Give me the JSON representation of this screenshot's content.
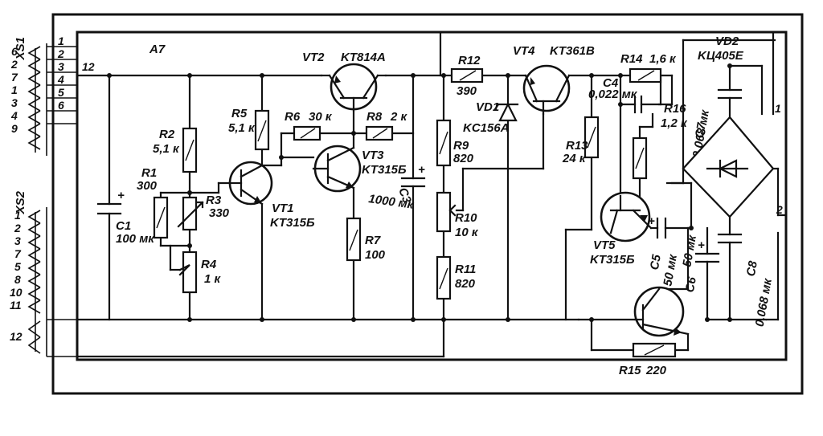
{
  "block": "A7",
  "connectors": {
    "xs1": {
      "label": "XS1",
      "pins": [
        "6",
        "2",
        "7",
        "1",
        "3",
        "4",
        "9"
      ]
    },
    "xs2": {
      "label": "XS2",
      "pins": [
        "1",
        "2",
        "3",
        "7",
        "5",
        "8",
        "10",
        "11",
        "12"
      ]
    }
  },
  "board_pins": [
    "1",
    "2",
    "3",
    "4",
    "5",
    "6",
    "12"
  ],
  "bridge_pins": [
    "1",
    "2"
  ],
  "components": {
    "vt1": {
      "ref": "VT1",
      "type": "KT315Б"
    },
    "vt2": {
      "ref": "VT2",
      "type": "KT814A"
    },
    "vt3": {
      "ref": "VT3",
      "type": "KT315Б"
    },
    "vt4": {
      "ref": "VT4",
      "type": "KT361B"
    },
    "vt5": {
      "ref": "VT5",
      "type": "KT315Б"
    },
    "vd1": {
      "ref": "VD1",
      "type": "KC156A"
    },
    "vd2": {
      "ref": "VD2",
      "type": "KЦ405E"
    },
    "r1": {
      "ref": "R1",
      "value": "300"
    },
    "r2": {
      "ref": "R2",
      "value": "5,1 к"
    },
    "r3": {
      "ref": "R3",
      "value": "330"
    },
    "r4": {
      "ref": "R4",
      "value": "1 к"
    },
    "r5": {
      "ref": "R5",
      "value": "5,1 к"
    },
    "r6": {
      "ref": "R6",
      "value": "30 к"
    },
    "r7": {
      "ref": "R7",
      "value": "100"
    },
    "r8": {
      "ref": "R8",
      "value": "2 к"
    },
    "r9": {
      "ref": "R9",
      "value": "820"
    },
    "r10": {
      "ref": "R10",
      "value": "10 к"
    },
    "r11": {
      "ref": "R11",
      "value": "820"
    },
    "r12": {
      "ref": "R12",
      "value": "390"
    },
    "r13": {
      "ref": "R13",
      "value": "24 к"
    },
    "r14": {
      "ref": "R14",
      "value": "1,6 к"
    },
    "r15": {
      "ref": "R15",
      "value": "220"
    },
    "r16": {
      "ref": "R16",
      "value": "1,2 к"
    },
    "c1": {
      "ref": "C1",
      "value": "100 мк"
    },
    "c3": {
      "ref": "C3",
      "value": "1000 мк"
    },
    "c4": {
      "ref": "C4",
      "value": "0,022 мк"
    },
    "c5": {
      "ref": "C5",
      "value": "50 мк"
    },
    "c6": {
      "ref": "C6",
      "value": "50 мк"
    },
    "c7": {
      "ref": "C7",
      "value": "0,068 мк"
    },
    "c8": {
      "ref": "C8",
      "value": "0,068 мк"
    }
  },
  "polarity_mark": "+"
}
